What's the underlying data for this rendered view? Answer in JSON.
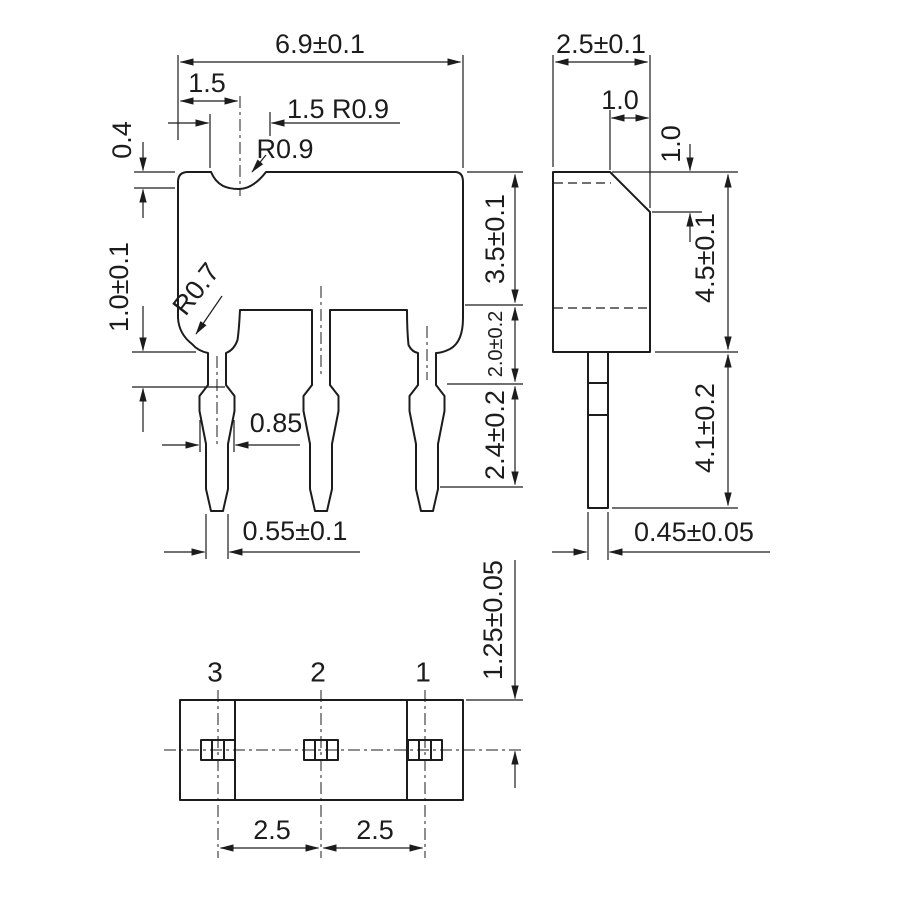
{
  "colors": {
    "ink": "#1c1c1c",
    "background": "#ffffff"
  },
  "front_view": {
    "dim_overall_width": "6.9±0.1",
    "dim_notch_center_offset": "1.5",
    "dim_notch_width_radius": "1.5 R0.9",
    "radius_notch": "R0.9",
    "dim_notch_depth": "0.4",
    "dim_neck_length": "1.0±0.1",
    "radius_standoff": "R0.7",
    "dim_body_height": "3.5±0.1",
    "dim_lead_upper": "2.0±0.2",
    "dim_lead_kink": "2.4±0.2",
    "dim_kink_width": "0.85",
    "dim_lead_width": "0.55±0.1"
  },
  "side_view": {
    "dim_depth": "2.5±0.1",
    "dim_chamfer_width": "1.0",
    "dim_chamfer_height": "1.0",
    "dim_body_height": "4.5±0.1",
    "dim_lead_length": "4.1±0.2",
    "dim_lead_thickness": "0.45±0.05"
  },
  "bottom_view": {
    "pin_labels": [
      "3",
      "2",
      "1"
    ],
    "dim_pitch_left": "2.5",
    "dim_pitch_right": "2.5",
    "dim_edge_to_center": "1.25±0.05"
  }
}
